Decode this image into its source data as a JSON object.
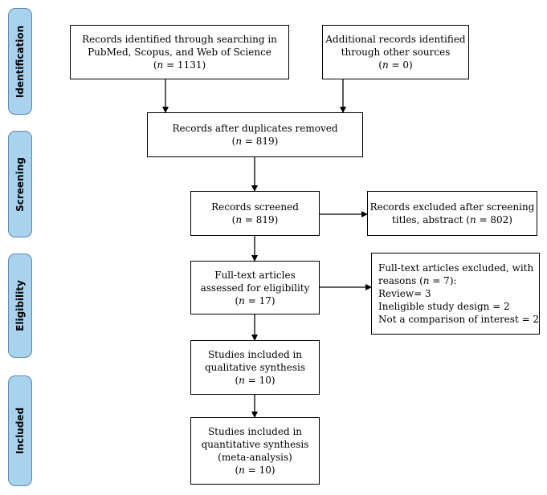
{
  "stages": {
    "identification": "Identification",
    "screening": "Screening",
    "eligibility": "Eligibility",
    "included": "Included"
  },
  "boxes": {
    "database_search": {
      "line1": "Records identified through searching in",
      "line2": "PubMed, Scopus, and Web of Science",
      "count": "(n = 1131)"
    },
    "other_sources": {
      "line1": "Additional records identified",
      "line2": "through other sources",
      "count": "(n = 0)"
    },
    "duplicates_removed": {
      "line1": "Records after duplicates removed",
      "count": "(n = 819)"
    },
    "screened": {
      "line1": "Records screened",
      "count": "(n = 819)"
    },
    "excluded_screening": {
      "line1": "Records excluded after screening",
      "line2": "titles, abstract (n = 802)"
    },
    "full_text": {
      "line1": "Full-text articles",
      "line2": "assessed for eligibility",
      "count": "(n = 17)"
    },
    "full_text_excluded": {
      "line1": "Full-text articles excluded, with",
      "line2": "reasons (n = 7):",
      "reasons": [
        "Review= 3",
        "Ineligible study design = 2",
        "Not a comparison of interest = 2"
      ]
    },
    "qualitative": {
      "line1": "Studies included in",
      "line2": "qualitative synthesis",
      "count": "(n = 10)"
    },
    "quantitative": {
      "line1": "Studies included in",
      "line2": "quantitative synthesis",
      "line3": "(meta-analysis)",
      "count": "(n = 10)"
    }
  }
}
